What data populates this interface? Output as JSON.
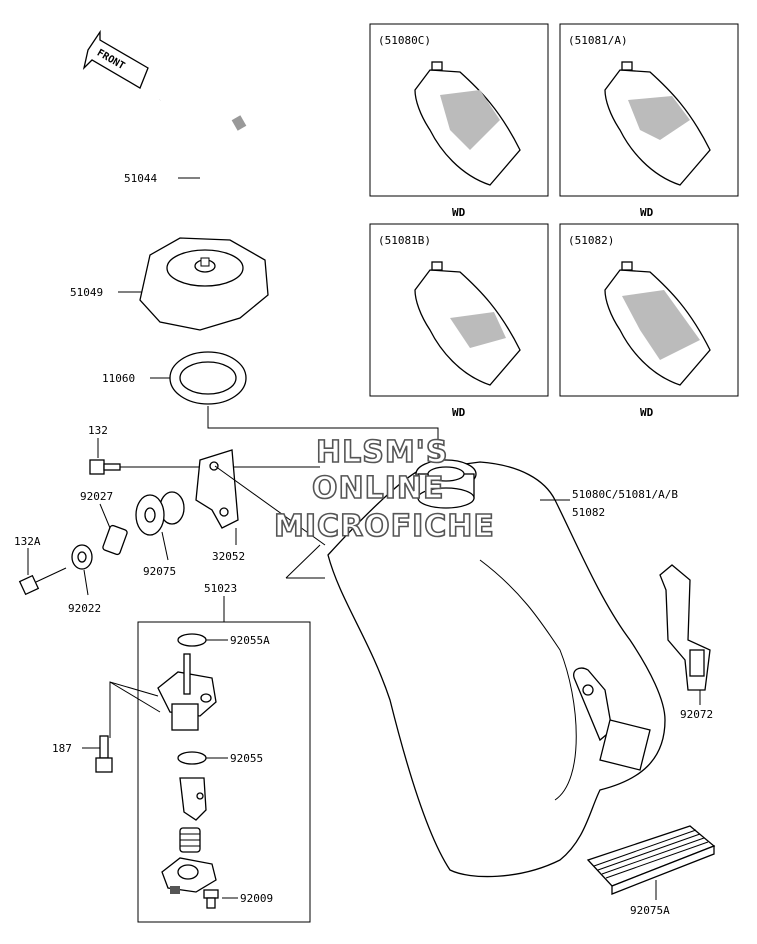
{
  "front_label": "FRONT",
  "labels": {
    "p51044": "51044",
    "p51049": "51049",
    "p11060": "11060",
    "p132": "132",
    "p92027": "92027",
    "p132A": "132A",
    "p92075": "92075",
    "p32052": "32052",
    "p92022": "92022",
    "p51023": "51023",
    "p92055A": "92055A",
    "p187": "187",
    "p92055": "92055",
    "p92009": "92009",
    "p51080_main": "51080C/51081/A/B",
    "p51082_main": "51082",
    "p92072": "92072",
    "p92075A": "92075A"
  },
  "variants": [
    {
      "code": "(51080C)",
      "note": "WD"
    },
    {
      "code": "(51081/A)",
      "note": "WD"
    },
    {
      "code": "(51081B)",
      "note": "WD"
    },
    {
      "code": "(51082)",
      "note": "WD"
    }
  ],
  "watermark": [
    "HLSM'S",
    "ONLINE",
    "MICROFICHE"
  ]
}
